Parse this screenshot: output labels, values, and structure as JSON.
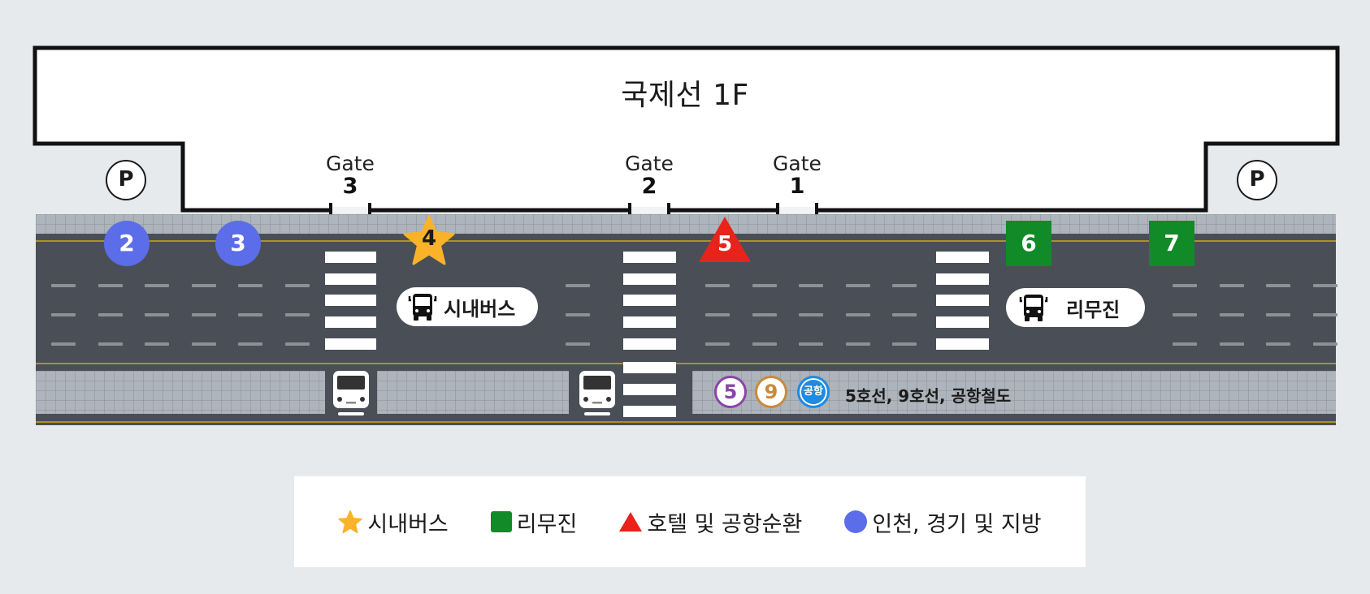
{
  "title": "국제선 1F",
  "gates": [
    {
      "label": "Gate",
      "number": "3"
    },
    {
      "label": "Gate",
      "number": "2"
    },
    {
      "label": "Gate",
      "number": "1"
    }
  ],
  "parking": [
    {
      "label": "P",
      "side": "left"
    },
    {
      "label": "P",
      "side": "right"
    }
  ],
  "stops": [
    {
      "number": "2",
      "type": "incheon-gyeonggi-regional",
      "shape": "circle",
      "color": "#5b6de8"
    },
    {
      "number": "3",
      "type": "incheon-gyeonggi-regional",
      "shape": "circle",
      "color": "#5b6de8"
    },
    {
      "number": "4",
      "type": "city-bus",
      "shape": "star",
      "color": "#f9b22a"
    },
    {
      "number": "5",
      "type": "hotel-airport-shuttle",
      "shape": "triangle",
      "color": "#e8231a"
    },
    {
      "number": "6",
      "type": "limousine",
      "shape": "square",
      "color": "#118a28"
    },
    {
      "number": "7",
      "type": "limousine",
      "shape": "square",
      "color": "#118a28"
    }
  ],
  "bus_labels": [
    {
      "icon": "bus-icon",
      "text": "시내버스"
    },
    {
      "icon": "bus-icon",
      "text": "리무진"
    }
  ],
  "subway": {
    "lines": [
      {
        "label": "5",
        "color": "#8a45a8"
      },
      {
        "label": "9",
        "color": "#c98a3a"
      },
      {
        "label": "공항",
        "color": "#1e8be0"
      }
    ],
    "text": "5호선, 9호선, 공항철도"
  },
  "legend": [
    {
      "symbol": "star",
      "color": "#f9b22a",
      "label": "시내버스"
    },
    {
      "symbol": "square",
      "color": "#118a28",
      "label": "리무진"
    },
    {
      "symbol": "triangle",
      "color": "#e8231a",
      "label": "호텔 및 공항순환"
    },
    {
      "symbol": "circle",
      "color": "#5b6de8",
      "label": "인천, 경기 및 지방"
    }
  ]
}
